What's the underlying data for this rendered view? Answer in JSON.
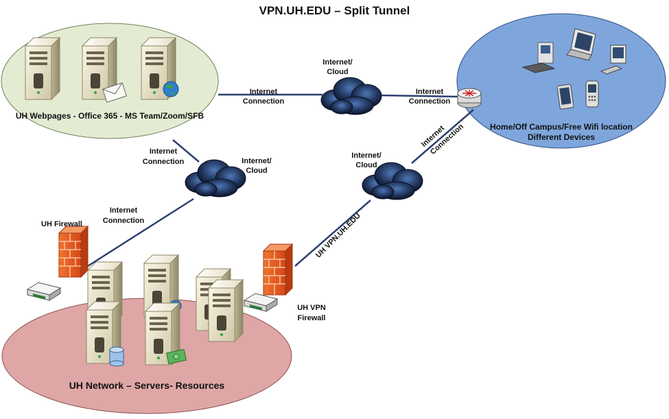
{
  "title": "VPN.UH.EDU – Split Tunnel",
  "zones": {
    "webpages": "UH Webpages - Office 365 - MS Team/Zoom/SFB",
    "home_line1": "Home/Off Campus/Free Wifi location",
    "home_line2": "Different Devices",
    "network": "UH Network – Servers- Resources"
  },
  "clouds": {
    "label_line1": "Internet/",
    "label_line2": "Cloud"
  },
  "connections": {
    "line1": "Internet",
    "line2": "Connection",
    "vpn": "UH VPN.UH.EDU"
  },
  "firewalls": {
    "uh": "UH Firewall",
    "vpn_line1": "UH VPN",
    "vpn_line2": "Firewall"
  },
  "colors": {
    "webpages_zone": "#e3ecd3",
    "home_zone": "#7fa6dc",
    "network_zone": "#dfa6a6",
    "link": "#2b3f6e",
    "cloud": "#1c2a47",
    "firewall": "#e0551f"
  },
  "icons": [
    "server-icon",
    "mail-icon",
    "globe-icon",
    "cloud-icon",
    "router-icon",
    "firewall-icon",
    "switch-icon",
    "desktop-icon",
    "laptop-icon",
    "monitor-icon",
    "tablet-icon",
    "phone-icon",
    "database-icon",
    "money-icon"
  ]
}
